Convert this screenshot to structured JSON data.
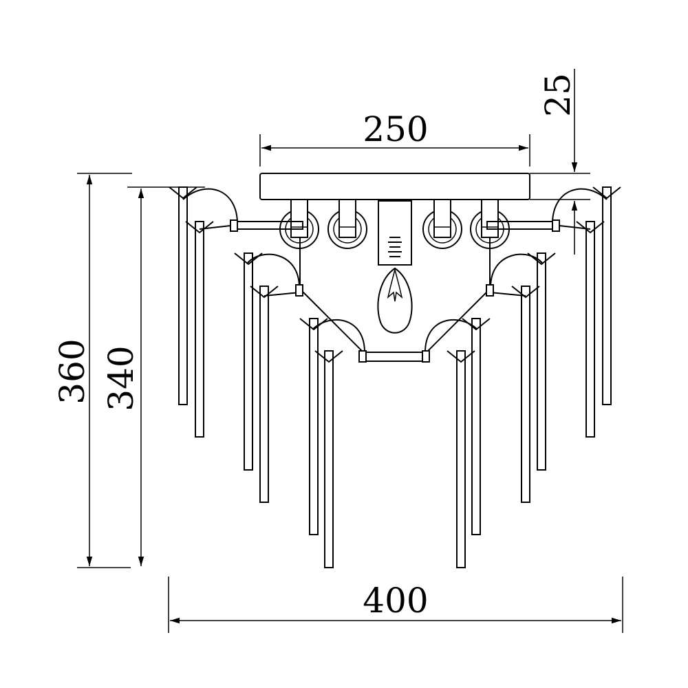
{
  "title": "Wall sconce dimension drawing",
  "colors": {
    "line": "#000000",
    "background": "#ffffff"
  },
  "dimensions": {
    "plate_width": "250",
    "plate_depth": "25",
    "total_height": "360",
    "rod_height": "340",
    "total_width": "400"
  }
}
